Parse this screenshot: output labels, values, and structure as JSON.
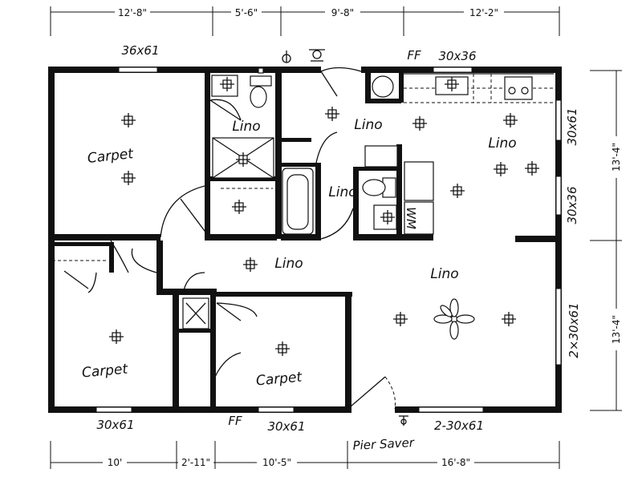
{
  "dimensions": {
    "top": [
      "12'-8\"",
      "5'-6\"",
      "9'-8\"",
      "12'-2\""
    ],
    "bottom": [
      "10'",
      "2'-11\"",
      "10'-5\"",
      "16'-8\""
    ],
    "right": [
      "13'-4\"",
      "13'-4\""
    ]
  },
  "rooms": {
    "bedroom_nw": "Carpet",
    "bedroom_sw": "Carpet",
    "bedroom_s": "Carpet",
    "bath_north": "Lino",
    "kitchen": "Lino",
    "kitchen_right": "Lino",
    "bath_center": "Lino",
    "hall": "Lino",
    "living": "Lino"
  },
  "windows": {
    "top_left": "36x61",
    "top_kitchen": "30x36",
    "right_upper": "30x61",
    "right_middle": "30x36",
    "right_lower": "2×30x61",
    "bottom_left": "30x61",
    "bottom_middle": "30x61",
    "bottom_right": "2-30x61"
  },
  "markers": {
    "ff_top": "FF",
    "ff_bottom": "FF"
  },
  "notes": {
    "pier_saver": "Pier Saver"
  }
}
